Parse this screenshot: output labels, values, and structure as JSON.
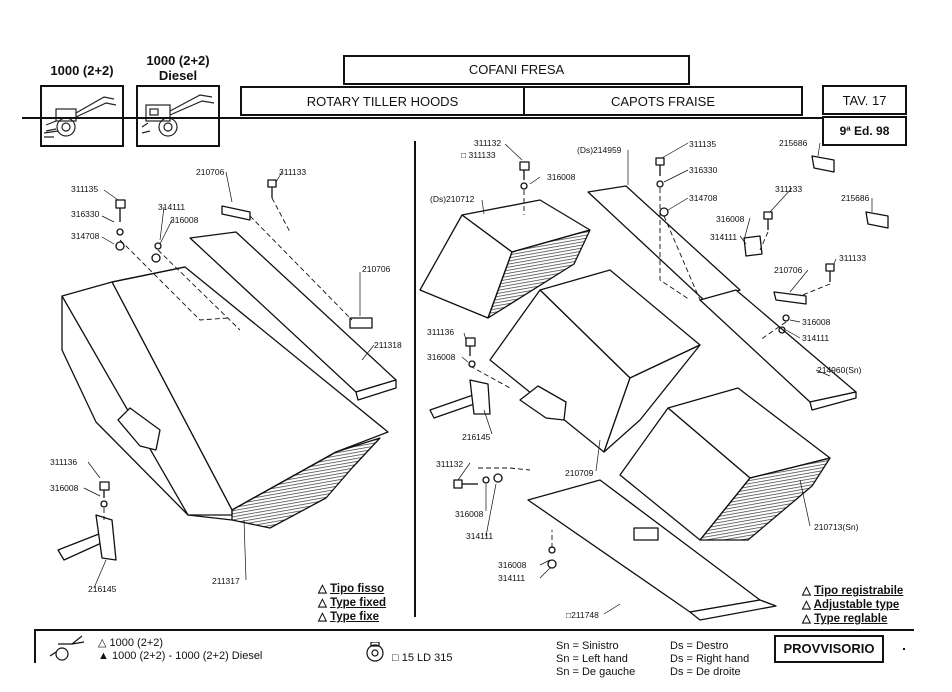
{
  "header": {
    "model_left": "1000 (2+2)",
    "model_right_line1": "1000 (2+2)",
    "model_right_line2": "Diesel",
    "title_it": "COFANI FRESA",
    "title_en": "ROTARY TILLER HOODS",
    "title_fr": "CAPOTS FRAISE",
    "tav": "TAV. 17",
    "edition": "9ª Ed. 98"
  },
  "left_parts": {
    "p311135": "311135",
    "p316330": "316330",
    "p314708": "314708",
    "p314111": "314111",
    "p316008": "316008",
    "p210706a": "210706",
    "p311133": "311133",
    "p210706b": "210706",
    "p211318": "211318",
    "p311136": "311136",
    "p316008b": "316008",
    "p216145": "216145",
    "p211317": "211317"
  },
  "right_parts": {
    "p311132": "311132",
    "p311133box": "311133",
    "p214959": "(Ds)214959",
    "p311135": "311135",
    "p316008": "316008",
    "p316330": "316330",
    "p210712": "(Ds)210712",
    "p314708": "314708",
    "p316008b": "316008",
    "p314111": "314111",
    "p215686a": "215686",
    "p215686b": "215686",
    "p311133": "311133",
    "p210706": "210706",
    "p311133b": "311133",
    "p316008c": "316008",
    "p314111b": "314111",
    "p214960": "214960(Sn)",
    "p311136": "311136",
    "p316008d": "316008",
    "p216145": "216145",
    "p210709": "210709",
    "p311132b": "311132",
    "p316008e": "316008",
    "p314111c": "314111",
    "p210713": "210713(Sn)",
    "p316008f": "316008",
    "p314111d": "314111",
    "p211748": "211748"
  },
  "legend_left": {
    "line1": "Tipo fisso",
    "line2": "Type fixed",
    "line3": "Type fixe"
  },
  "legend_right": {
    "line1": "Tipo registrabile",
    "line2": "Adjustable type",
    "line3": "Type reglable"
  },
  "footer": {
    "model_a": "1000 (2+2)",
    "model_b": "1000 (2+2) - 1000 (2+2) Diesel",
    "engine": "15 LD 315",
    "sn_it": "Sn = Sinistro",
    "sn_en": "Sn = Left hand",
    "sn_fr": "Sn = De gauche",
    "ds_it": "Ds = Destro",
    "ds_en": "Ds = Right hand",
    "ds_fr": "Ds = De droite",
    "status": "PROVVISORIO"
  },
  "icons": {
    "open_triangle": "△",
    "filled_triangle": "▲",
    "square": "□"
  }
}
